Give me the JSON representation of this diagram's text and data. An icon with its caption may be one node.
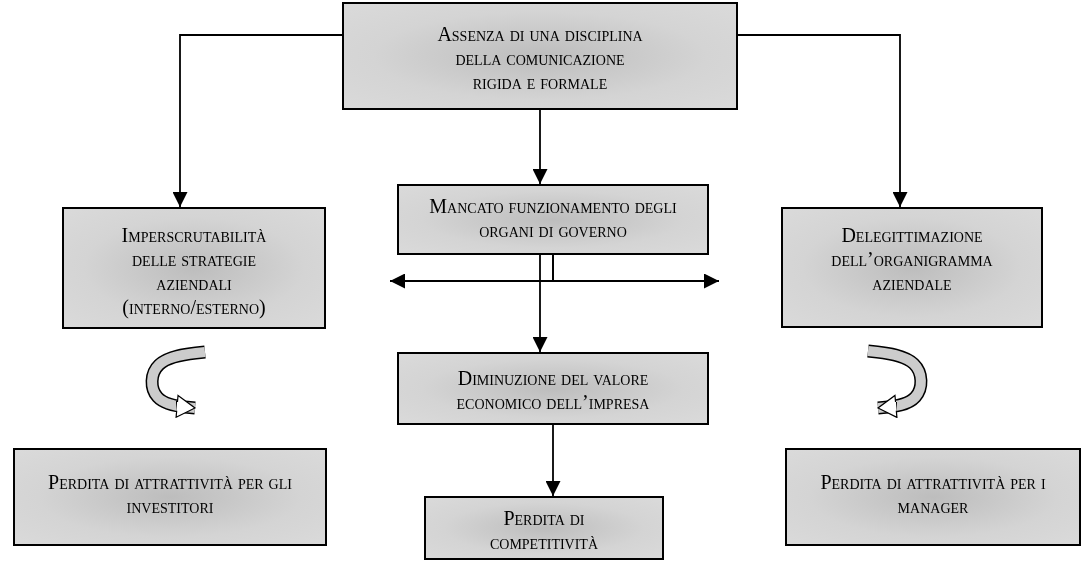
{
  "diagram": {
    "nodes": [
      {
        "text": [
          "Assenza di una disciplina della comunicazione rigida e formale"
        ]
      },
      {
        "text": [
          "Imperscrutabilità delle strategie aziendali (interno/esterno)"
        ]
      },
      {
        "text": [
          "Mancato funzionamento degli organi di governo"
        ]
      },
      {
        "text": [
          "Delegittimazione dell’organigramma aziendale"
        ]
      },
      {
        "text": [
          "Diminuzione del valore economico dell’impresa"
        ]
      },
      {
        "text": [
          "Perdita di attrattività per gli investitori"
        ]
      },
      {
        "text": [
          "Perdita di competitività"
        ]
      },
      {
        "text": [
          "Perdita di attrattività per i manager"
        ]
      }
    ],
    "edges": [
      {
        "from": 0,
        "to": 1,
        "arrow": "to"
      },
      {
        "from": 0,
        "to": 2,
        "arrow": "to"
      },
      {
        "from": 0,
        "to": 3,
        "arrow": "to"
      },
      {
        "from": 2,
        "to": null,
        "arrow": "to"
      },
      {
        "from": 2,
        "to": null,
        "arrow": "to"
      },
      {
        "from": 2,
        "to": 4,
        "arrow": "to"
      },
      {
        "from": 1,
        "to": 5,
        "arrow": "to",
        "style": "thick",
        "color": "#cccccc"
      },
      {
        "from": 3,
        "to": 7,
        "arrow": "to",
        "style": "thick",
        "color": "#cccccc"
      },
      {
        "from": 4,
        "to": 6,
        "arrow": "to"
      }
    ]
  }
}
